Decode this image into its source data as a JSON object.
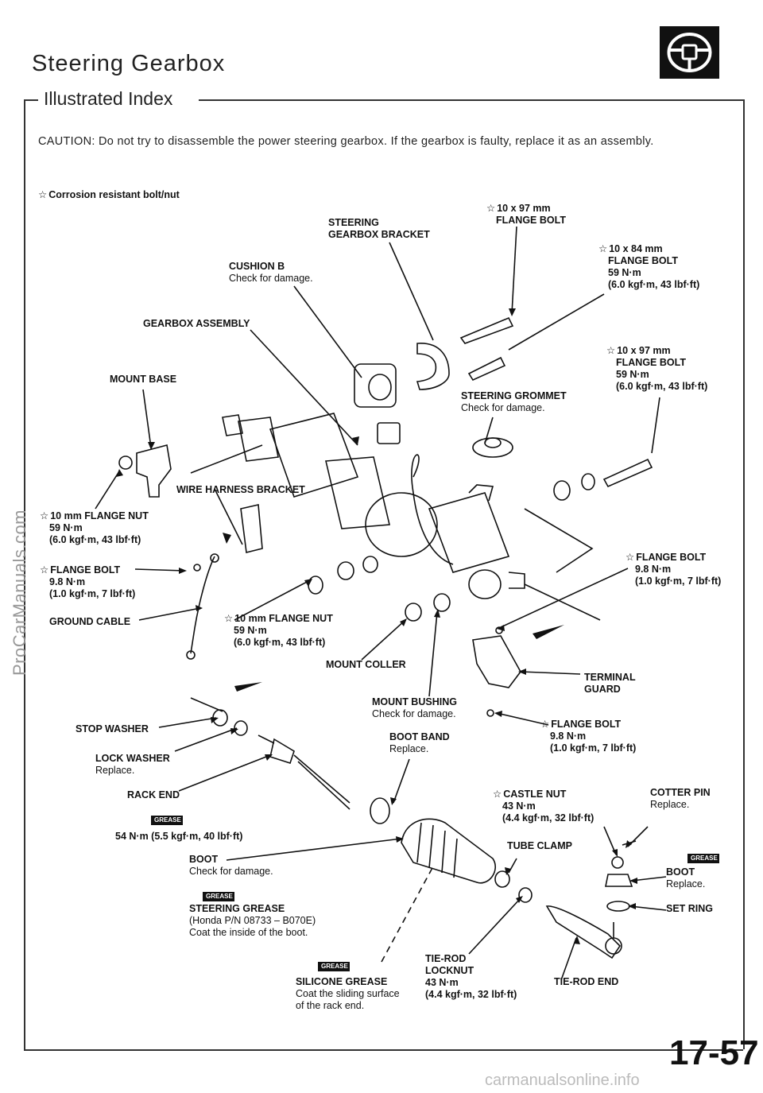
{
  "header": {
    "title": "Steering Gearbox",
    "subtitle": "Illustrated Index",
    "caution": "CAUTION:  Do not try to disassemble the power steering gearbox. If the gearbox is faulty, replace it as an assembly."
  },
  "legend": {
    "star": "☆",
    "text": "Corrosion resistant bolt/nut"
  },
  "labels": {
    "bolt_10x97_top": {
      "title1": "10 x 97 mm",
      "title2": "FLANGE BOLT"
    },
    "steering_gearbox_bracket": {
      "title1": "STEERING",
      "title2": "GEARBOX BRACKET"
    },
    "bolt_10x84": {
      "title1": "10 x 84 mm",
      "title2": "FLANGE BOLT",
      "l1": "59 N·m",
      "l2": "(6.0 kgf·m, 43 lbf·ft)"
    },
    "cushion_b": {
      "title": "CUSHION B",
      "note": "Check for damage."
    },
    "gearbox_assembly": {
      "title": "GEARBOX ASSEMBLY"
    },
    "bolt_10x97_right": {
      "title1": "10 x 97 mm",
      "title2": "FLANGE BOLT",
      "l1": "59 N·m",
      "l2": "(6.0 kgf·m, 43 lbf·ft)"
    },
    "mount_base": {
      "title": "MOUNT BASE"
    },
    "steering_grommet": {
      "title": "STEERING GROMMET",
      "note": "Check for damage."
    },
    "wire_harness_bracket": {
      "title": "WIRE HARNESS BRACKET"
    },
    "flange_nut_10_left": {
      "title": "10 mm FLANGE NUT",
      "l1": "59 N·m",
      "l2": "(6.0 kgf·m, 43 lbf·ft)"
    },
    "flange_bolt_left": {
      "title": "FLANGE BOLT",
      "l1": "9.8 N·m",
      "l2": "(1.0 kgf·m, 7 lbf·ft)"
    },
    "flange_bolt_right": {
      "title": "FLANGE BOLT",
      "l1": "9.8 N·m",
      "l2": "(1.0 kgf·m, 7 lbf·ft)"
    },
    "ground_cable": {
      "title": "GROUND CABLE"
    },
    "flange_nut_10_mid": {
      "title": "10 mm FLANGE NUT",
      "l1": "59 N·m",
      "l2": "(6.0 kgf·m, 43 lbf·ft)"
    },
    "mount_coller": {
      "title": "MOUNT COLLER"
    },
    "terminal_guard": {
      "title1": "TERMINAL",
      "title2": "GUARD"
    },
    "mount_bushing": {
      "title": "MOUNT BUSHING",
      "note": "Check for damage."
    },
    "flange_bolt_lower": {
      "title": "FLANGE BOLT",
      "l1": "9.8 N·m",
      "l2": "(1.0 kgf·m, 7 lbf·ft)"
    },
    "stop_washer": {
      "title": "STOP WASHER"
    },
    "boot_band": {
      "title": "BOOT BAND",
      "note": "Replace."
    },
    "lock_washer": {
      "title": "LOCK WASHER",
      "note": "Replace."
    },
    "rack_end": {
      "title": "RACK END",
      "torque": "54 N·m (5.5 kgf·m, 40 lbf·ft)"
    },
    "castle_nut": {
      "title": "CASTLE NUT",
      "l1": "43 N·m",
      "l2": "(4.4 kgf·m, 32 lbf·ft)"
    },
    "cotter_pin": {
      "title": "COTTER PIN",
      "note": "Replace."
    },
    "tube_clamp": {
      "title": "TUBE CLAMP"
    },
    "boot_left": {
      "title": "BOOT",
      "note": "Check for damage."
    },
    "boot_right": {
      "title": "BOOT",
      "note": "Replace."
    },
    "steering_grease": {
      "title": "STEERING GREASE",
      "l1": "(Honda P/N 08733 – B070E)",
      "l2": "Coat the inside of the boot."
    },
    "set_ring": {
      "title": "SET RING"
    },
    "silicone_grease": {
      "title": "SILICONE GREASE",
      "l1": "Coat the sliding surface",
      "l2": "of the rack end."
    },
    "tie_rod_locknut": {
      "title1": "TIE-ROD",
      "title2": "LOCKNUT",
      "l1": "43 N·m",
      "l2": "(4.4 kgf·m, 32 lbf·ft)"
    },
    "tie_rod_end": {
      "title": "TIE-ROD END"
    }
  },
  "grease_tag": "GREASE",
  "watermark": "ProCarManuals.com",
  "page_number": "17-57",
  "footer": "carmanualsonline.info",
  "icons": {
    "logo": "steering-wheel-icon"
  }
}
